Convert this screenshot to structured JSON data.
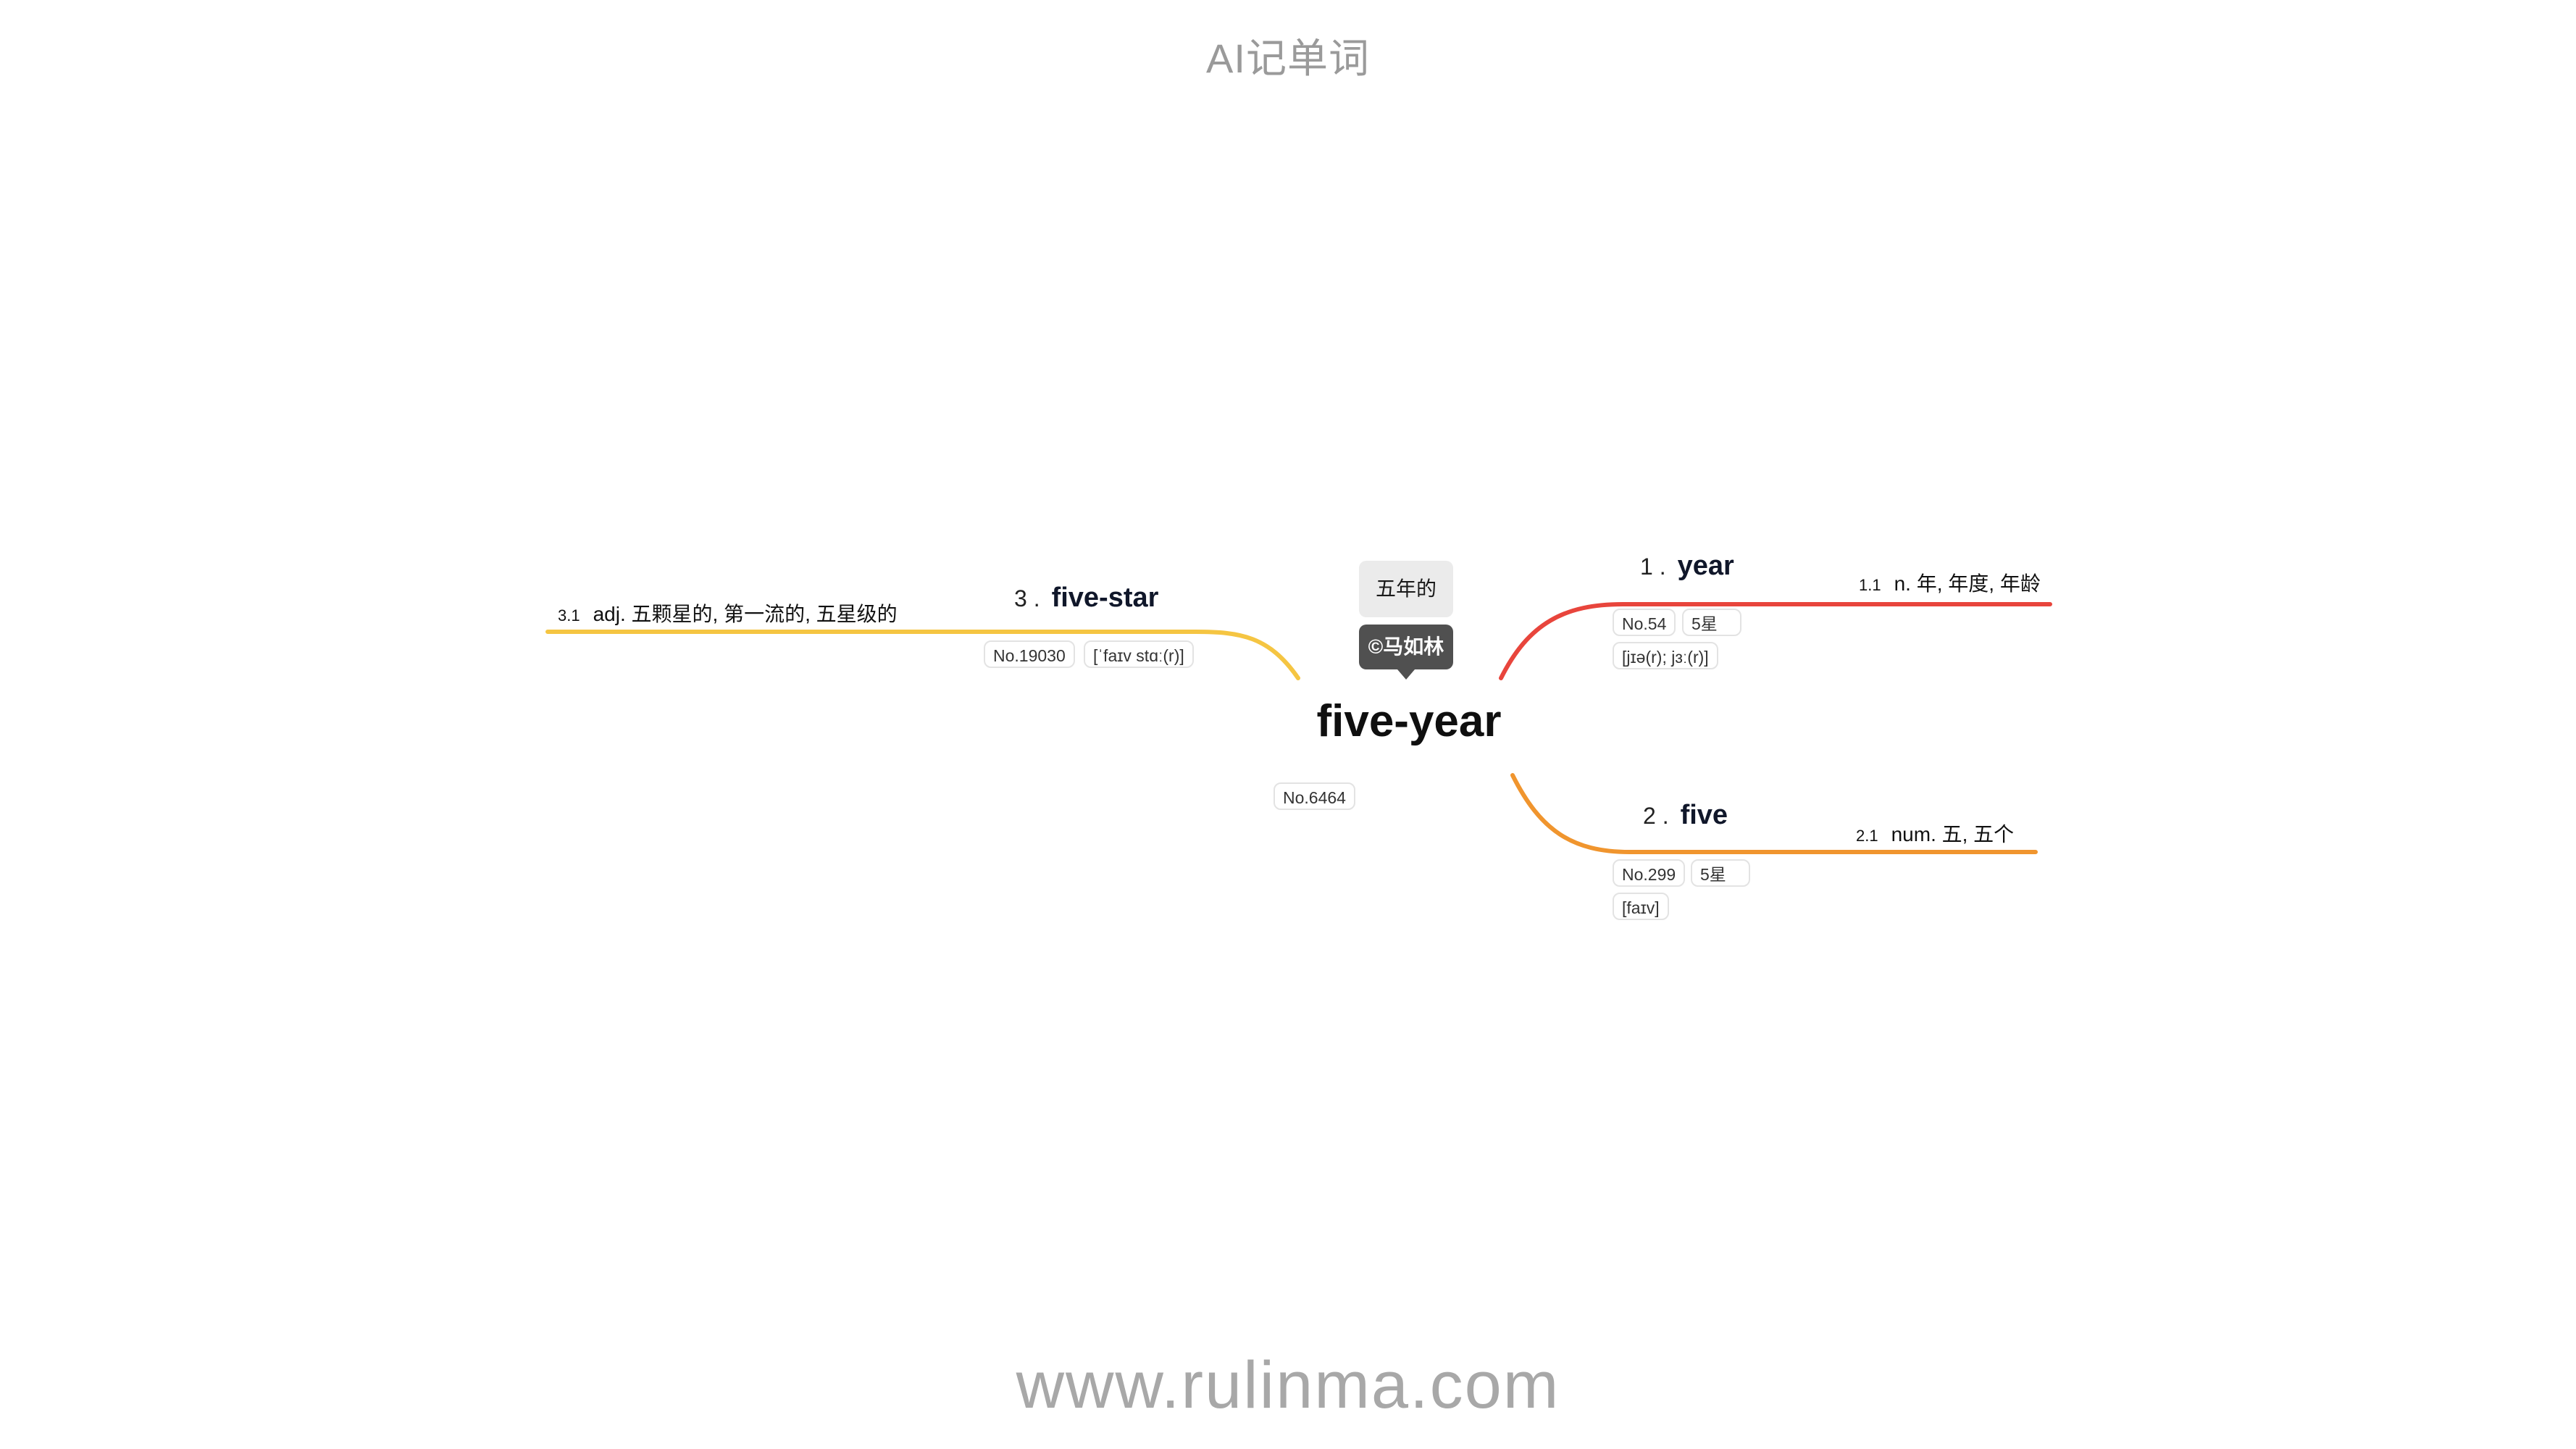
{
  "header": {
    "title": "AI记单词"
  },
  "footer": {
    "url": "www.rulinma.com"
  },
  "root": {
    "word": "five-year",
    "meaning": "五年的",
    "author": "©马如林",
    "rank": "No.6464"
  },
  "branches": [
    {
      "index": "1 .",
      "word": "year",
      "color": "#e8453c",
      "tags": {
        "rank": "No.54",
        "stars": "5星",
        "phonetic": "[jɪə(r); jɜː(r)]"
      },
      "leaf": {
        "index": "1.1",
        "text": "n. 年, 年度, 年龄"
      }
    },
    {
      "index": "2 .",
      "word": "five",
      "color": "#f0952e",
      "tags": {
        "rank": "No.299",
        "stars": "5星",
        "phonetic": "[faɪv]"
      },
      "leaf": {
        "index": "2.1",
        "text": "num. 五, 五个"
      }
    },
    {
      "index": "3 .",
      "word": "five-star",
      "color": "#f5c542",
      "tags": {
        "rank": "No.19030",
        "phonetic": "[ˈfaɪv stɑː(r)]"
      },
      "leaf": {
        "index": "3.1",
        "text": "adj. 五颗星的, 第一流的, 五星级的"
      }
    }
  ]
}
